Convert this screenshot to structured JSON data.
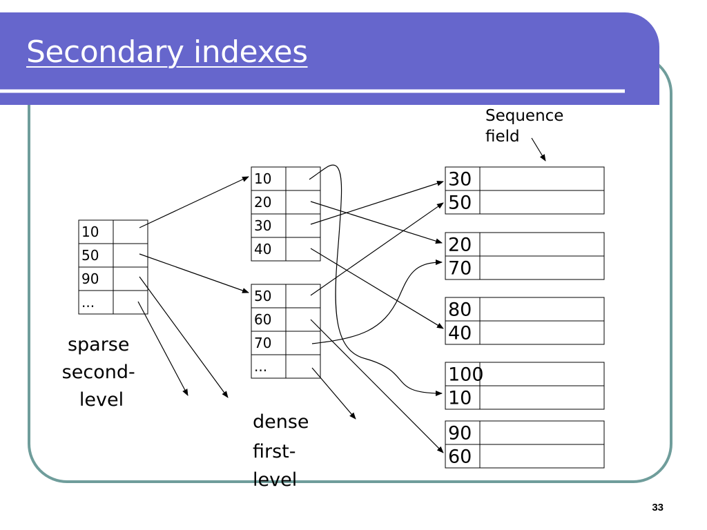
{
  "slide": {
    "title": "Secondary indexes",
    "page_number": "33"
  },
  "colors": {
    "title_bar": "#6666cc",
    "frame": "#6f9d9b",
    "accent_line": "#ffffff",
    "cell_border": "#000000"
  },
  "sparse_index": {
    "keys": [
      "10",
      "50",
      "90",
      "..."
    ],
    "label_lines": [
      "sparse",
      "second-",
      "level"
    ]
  },
  "dense_index": {
    "blocks": [
      [
        "10",
        "20",
        "30",
        "40"
      ],
      [
        "50",
        "60",
        "70",
        "..."
      ]
    ],
    "label_lines": [
      "dense",
      "first-",
      "level"
    ]
  },
  "data_file": {
    "blocks": [
      [
        "30",
        "50"
      ],
      [
        "20",
        "70"
      ],
      [
        "80",
        "40"
      ],
      [
        "100",
        "10"
      ],
      [
        "90",
        "60"
      ]
    ]
  },
  "sequence_label_lines": [
    "Sequence",
    "field"
  ]
}
